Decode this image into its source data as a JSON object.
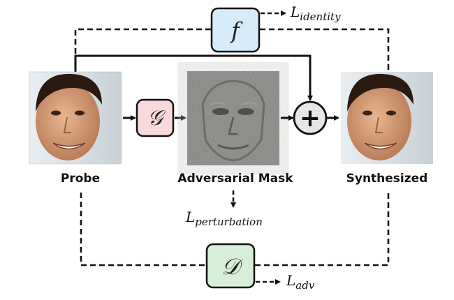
{
  "diagram": {
    "nodes": {
      "f_box": {
        "symbol": "f",
        "fill": "#d6ecfb"
      },
      "g_box": {
        "symbol": "𝒢",
        "fill": "#f9d9dc"
      },
      "d_box": {
        "symbol": "𝒟",
        "fill": "#d7eed9"
      },
      "plus": {
        "symbol": "+",
        "fill": "#e6e6e6"
      }
    },
    "images": {
      "probe": {
        "caption": "Probe"
      },
      "mask": {
        "caption": "Adversarial Mask"
      },
      "synth": {
        "caption": "Synthesized"
      }
    },
    "losses": {
      "identity": {
        "symbol": "L",
        "subscript": "identity"
      },
      "perturbation": {
        "symbol": "L",
        "subscript": "perturbation"
      },
      "adv": {
        "symbol": "L",
        "subscript": "adv"
      }
    },
    "colors": {
      "line": "#111111",
      "skin": "#d9a27e",
      "hair": "#2a1a12",
      "mask": "#7d7f79"
    }
  }
}
